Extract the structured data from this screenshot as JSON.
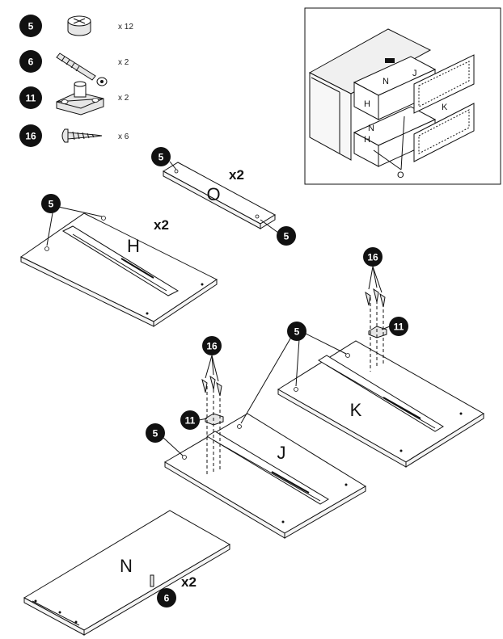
{
  "parts_legend": [
    {
      "number": "5",
      "icon": "cam-lock-icon",
      "quantity": "x 12"
    },
    {
      "number": "6",
      "icon": "cam-bolt-icon",
      "quantity": "x 2"
    },
    {
      "number": "11",
      "icon": "drawer-stop-bracket-icon",
      "quantity": "x 2"
    },
    {
      "number": "16",
      "icon": "screw-icon",
      "quantity": "x 6"
    }
  ],
  "overview_labels": [
    "N",
    "J",
    "H",
    "N",
    "H",
    "K",
    "O"
  ],
  "panels": {
    "O": {
      "letter": "O",
      "multiplier": "x2"
    },
    "H": {
      "letter": "H",
      "multiplier": "x2"
    },
    "K": {
      "letter": "K"
    },
    "J": {
      "letter": "J"
    },
    "N": {
      "letter": "N",
      "multiplier": "x2"
    }
  },
  "callouts": {
    "b5": "5",
    "b6": "6",
    "b11": "11",
    "b16": "16"
  }
}
